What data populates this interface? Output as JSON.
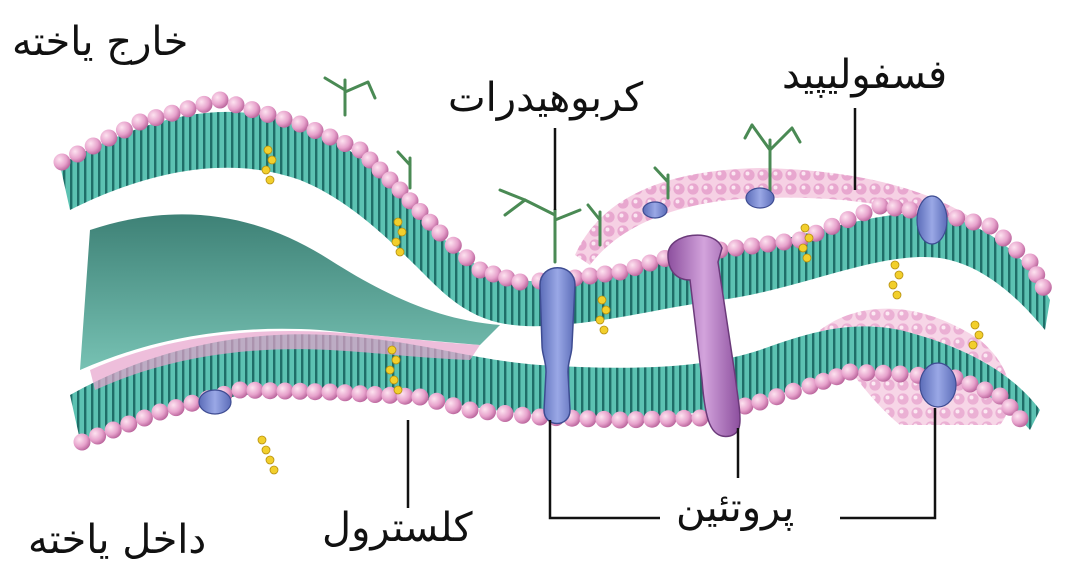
{
  "labels": {
    "outside_cell": "خارج یاخته",
    "inside_cell": "داخل یاخته",
    "carbohydrates": "کربوهیدرات",
    "phospholipid": "فسفولیپید",
    "cholesterol": "کلسترول",
    "protein": "پروتئین"
  },
  "colors": {
    "head": "#e7a2cc",
    "head_dark": "#c46a9e",
    "tail": "#3aa89a",
    "tail_dark": "#1f6e68",
    "protein_blue": "#7f8fd4",
    "protein_purple": "#b47cc4",
    "cholesterol": "#f2cf2c",
    "carbohydrate": "#4a8a54",
    "leader": "#111111"
  }
}
